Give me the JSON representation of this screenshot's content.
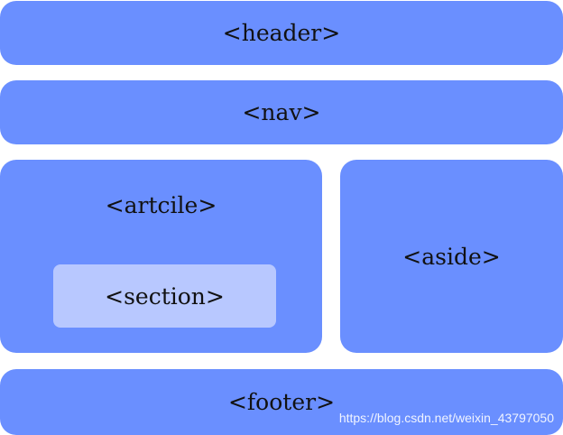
{
  "diagram": {
    "header_label": "<header>",
    "nav_label": "<nav>",
    "article_label": "<artcile>",
    "section_label": "<section>",
    "aside_label": "<aside>",
    "footer_label": "<footer>"
  },
  "watermark": "https://blog.csdn.net/weixin_43797050",
  "colors": {
    "block": "#6a8fff",
    "section": "#b8c8ff",
    "text": "#111111"
  }
}
